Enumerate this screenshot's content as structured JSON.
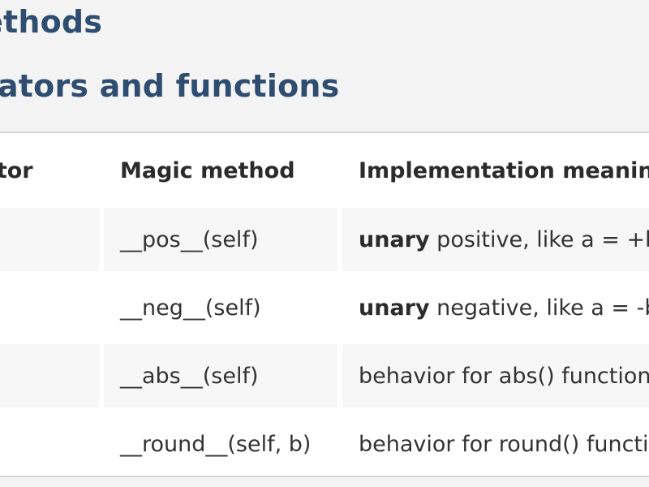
{
  "headings": {
    "section": "ethods",
    "subsection": "rators and functions"
  },
  "table": {
    "columns": [
      "erator",
      "Magic method",
      "Implementation meanin"
    ],
    "rows": [
      {
        "operator": "",
        "method": "__pos__(self)",
        "meaning_bold": "unary",
        "meaning_rest": " positive, like a = +b"
      },
      {
        "operator": "",
        "method": "__neg__(self)",
        "meaning_bold": "unary",
        "meaning_rest": " negative, like a = -b"
      },
      {
        "operator": "",
        "method": "__abs__(self)",
        "meaning_bold": "",
        "meaning_rest": "behavior for abs() function"
      },
      {
        "operator": "",
        "method": "__round__(self, b)",
        "meaning_bold": "",
        "meaning_rest": "behavior for round() function"
      }
    ]
  }
}
